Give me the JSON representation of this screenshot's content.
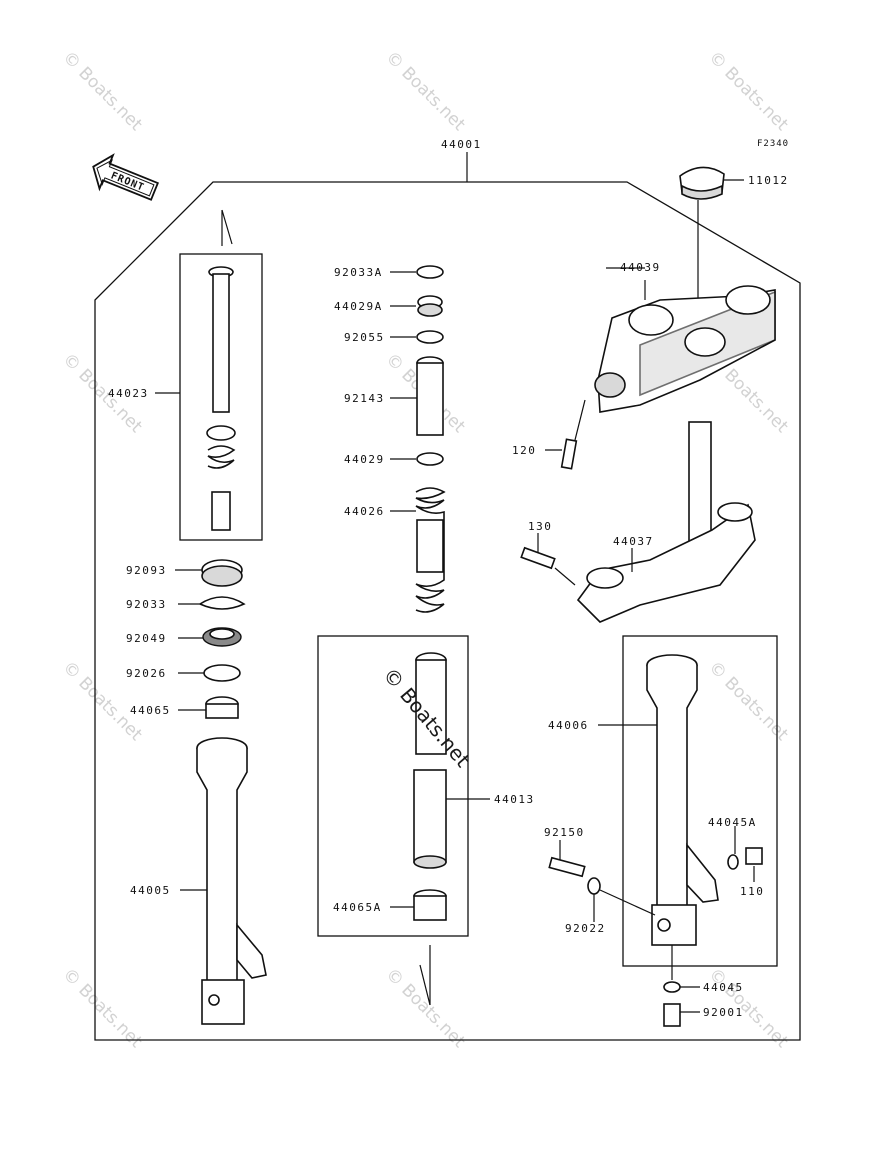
{
  "figure_code": "F2340",
  "front_label": "FRONT",
  "watermarks": {
    "small": "© Boats.net",
    "large": "© Boats.net"
  },
  "parts": {
    "p44001": "44001",
    "p11012": "11012",
    "p44039": "44039",
    "p120": "120",
    "p130": "130",
    "p44037": "44037",
    "p44023": "44023",
    "p92033A": "92033A",
    "p44029A": "44029A",
    "p92055": "92055",
    "p92143": "92143",
    "p44029": "44029",
    "p44026": "44026",
    "p92093": "92093",
    "p92033": "92033",
    "p92049": "92049",
    "p92026": "92026",
    "p44065": "44065",
    "p44005": "44005",
    "p44013": "44013",
    "p44065A": "44065A",
    "p44006": "44006",
    "p92150": "92150",
    "p44045A": "44045A",
    "p110": "110",
    "p92022": "92022",
    "p44045": "44045",
    "p92001": "92001"
  }
}
